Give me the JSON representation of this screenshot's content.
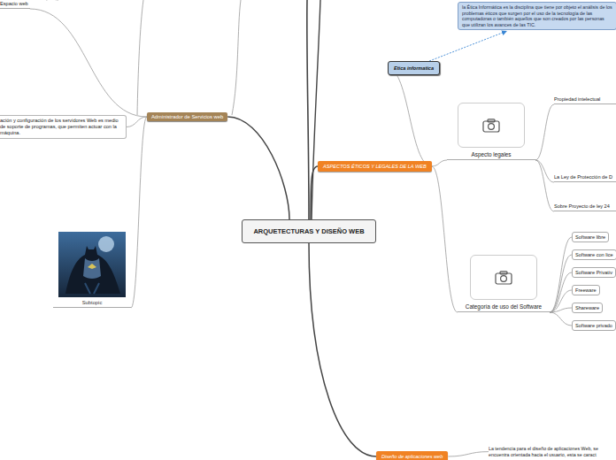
{
  "diagram": {
    "nodes": [
      {
        "text": [
          "ARQUETECTURAS Y DISEÑO WEB"
        ]
      },
      {
        "text": [
          "Administrador de Servicios web"
        ]
      },
      {
        "text": [
          "Espacio web"
        ]
      },
      {
        "text": [
          "ación y configuración de los servidores Web es medio de soporte de programas, que permiten actuar con la máquina."
        ]
      },
      {
        "text": [
          "Subtopic"
        ]
      },
      {
        "text": [
          "ASPECTOS ÉTICOS Y LEGALES DE LA WEB"
        ]
      },
      {
        "text": [
          "Etica informatica"
        ]
      },
      {
        "text": [
          "la Ética Informática es la disciplina que tiene por objeto el análisis de los problemas éticos que surgen por el uso de la tecnología de las computadoras o también aquellos que son creados por las personas que utilizan los avances de las TIC."
        ]
      },
      {
        "text": [
          "Aspecto legales"
        ]
      },
      {
        "text": [
          "Propiedad intelectual"
        ]
      },
      {
        "text": [
          "La Ley de Protección de D"
        ]
      },
      {
        "text": [
          "Sobre Proyecto de ley 24"
        ]
      },
      {
        "text": [
          "Categoría de uso del Software"
        ]
      },
      {
        "text": [
          "Software libre"
        ]
      },
      {
        "text": [
          "Software con lice"
        ]
      },
      {
        "text": [
          "Software Privativ"
        ]
      },
      {
        "text": [
          "Freeware"
        ]
      },
      {
        "text": [
          "Shareware"
        ]
      },
      {
        "text": [
          "Software privado"
        ]
      },
      {
        "text": [
          "Diseño de aplicaciones web"
        ]
      },
      {
        "text": [
          "La tendencia para el diseño de aplicaciones Web, se encuentra orientada hacia el usuario, esta se caract"
        ]
      }
    ],
    "edges": [
      {
        "from": 0,
        "to": 1,
        "arrow": "none"
      },
      {
        "from": 1,
        "to": 2,
        "arrow": "none"
      },
      {
        "from": 1,
        "to": 3,
        "arrow": "none"
      },
      {
        "from": 1,
        "to": 4,
        "arrow": "none"
      },
      {
        "from": 0,
        "to": 5,
        "arrow": "none"
      },
      {
        "from": 5,
        "to": 6,
        "arrow": "none"
      },
      {
        "from": 6,
        "to": 7,
        "arrow": "to"
      },
      {
        "from": 5,
        "to": 8,
        "arrow": "none"
      },
      {
        "from": 8,
        "to": 9,
        "arrow": "none"
      },
      {
        "from": 8,
        "to": 10,
        "arrow": "none"
      },
      {
        "from": 8,
        "to": 11,
        "arrow": "none"
      },
      {
        "from": 5,
        "to": 12,
        "arrow": "none"
      },
      {
        "from": 12,
        "to": 13,
        "arrow": "none"
      },
      {
        "from": 12,
        "to": 14,
        "arrow": "none"
      },
      {
        "from": 12,
        "to": 15,
        "arrow": "none"
      },
      {
        "from": 12,
        "to": 16,
        "arrow": "none"
      },
      {
        "from": 12,
        "to": 17,
        "arrow": "none"
      },
      {
        "from": 12,
        "to": 18,
        "arrow": "none"
      },
      {
        "from": 0,
        "to": 19,
        "arrow": "none"
      },
      {
        "from": 19,
        "to": 20,
        "arrow": "none"
      }
    ]
  }
}
